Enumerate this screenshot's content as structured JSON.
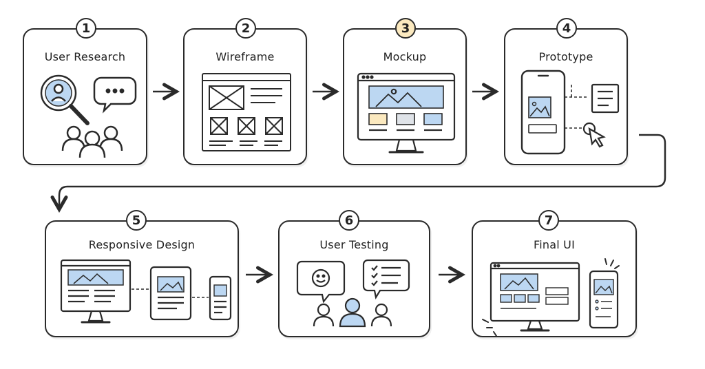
{
  "steps": [
    {
      "number": "1",
      "title": "User Research"
    },
    {
      "number": "2",
      "title": "Wireframe"
    },
    {
      "number": "3",
      "title": "Mockup"
    },
    {
      "number": "4",
      "title": "Prototype"
    },
    {
      "number": "5",
      "title": "Responsive Design"
    },
    {
      "number": "6",
      "title": "User Testing"
    },
    {
      "number": "7",
      "title": "Final UI"
    }
  ],
  "colors": {
    "stroke": "#2a2a2a",
    "accent_blue": "#bcd7f2",
    "accent_yellow": "#fbe9bf",
    "card_bg": "#ffffff"
  }
}
